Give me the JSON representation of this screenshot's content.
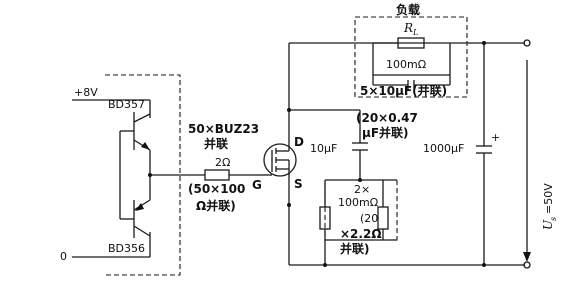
{
  "labels": {
    "load_title": "负载",
    "rl": "R",
    "rl_sub": "L",
    "r100": "100mΩ",
    "cap_load": "5×10μF(并联)",
    "plus8v": "+8V",
    "bd357": "BD357",
    "bd356": "BD356",
    "zero": "0",
    "mos_line1": "50×BUZ23",
    "mos_line2": "并联",
    "gate_r": "2Ω",
    "gate_r_par1": "(50×100",
    "gate_r_par2": "Ω并联)",
    "d": "D",
    "g": "G",
    "s": "S",
    "cap047_1": "(20×0.47",
    "cap047_2": "μF并联)",
    "cap10": "10μF",
    "src1_1": "2×",
    "src1_2": "100mΩ",
    "src2_1": "(20",
    "src2_2": "×2.2Ω",
    "src2_3": "并联)",
    "cap1000": "1000μF",
    "plus": "+",
    "us": "U",
    "us_sub": "s",
    "us_val": "=50V"
  }
}
